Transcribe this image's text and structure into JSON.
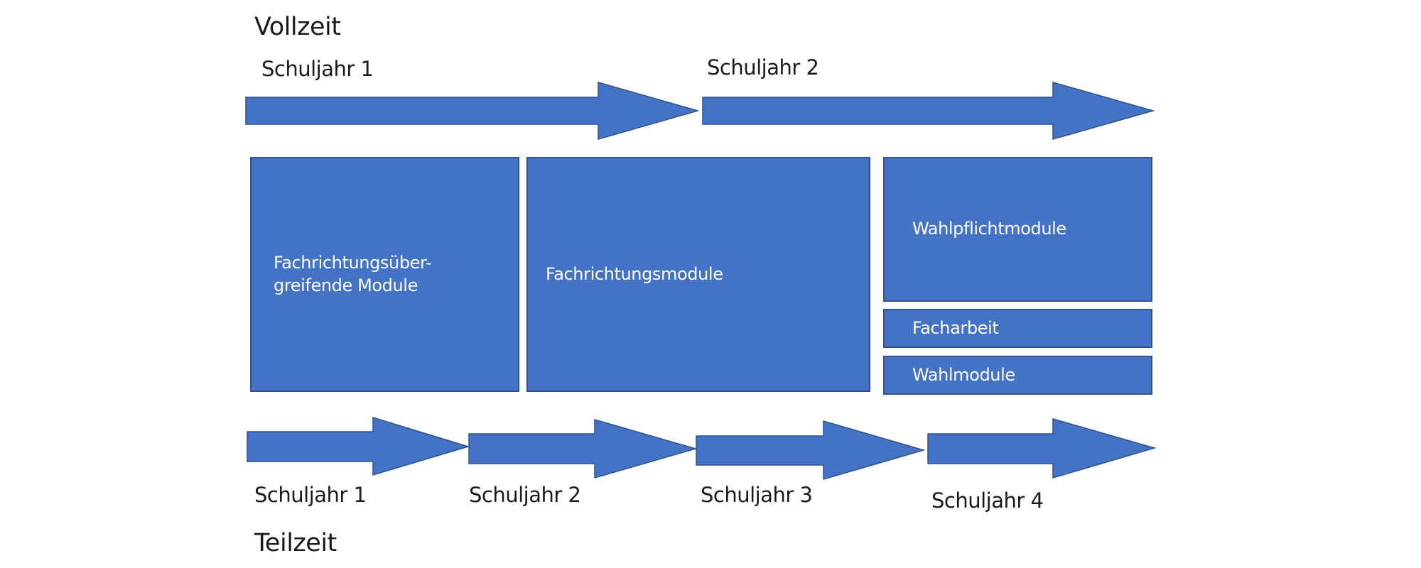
{
  "vollzeit": {
    "title": "Vollzeit",
    "years": [
      {
        "label": "Schuljahr 1"
      },
      {
        "label": "Schuljahr 2"
      }
    ]
  },
  "modules": {
    "fachrichtungsuebergreifend": {
      "line1": "Fachrichtungsüber-",
      "line2": "greifende Module"
    },
    "fachrichtungsmodule": "Fachrichtungsmodule",
    "wahlpflichtmodule": "Wahlpflichtmodule",
    "facharbeit": "Facharbeit",
    "wahlmodule": "Wahlmodule"
  },
  "teilzeit": {
    "title": "Teilzeit",
    "years": [
      {
        "label": "Schuljahr 1"
      },
      {
        "label": "Schuljahr 2"
      },
      {
        "label": "Schuljahr 3"
      },
      {
        "label": "Schuljahr 4"
      }
    ]
  },
  "colors": {
    "shape_fill": "#4472c4",
    "shape_border": "#2f528f",
    "text_dark": "#1a1a1a",
    "text_light": "#ffffff"
  }
}
